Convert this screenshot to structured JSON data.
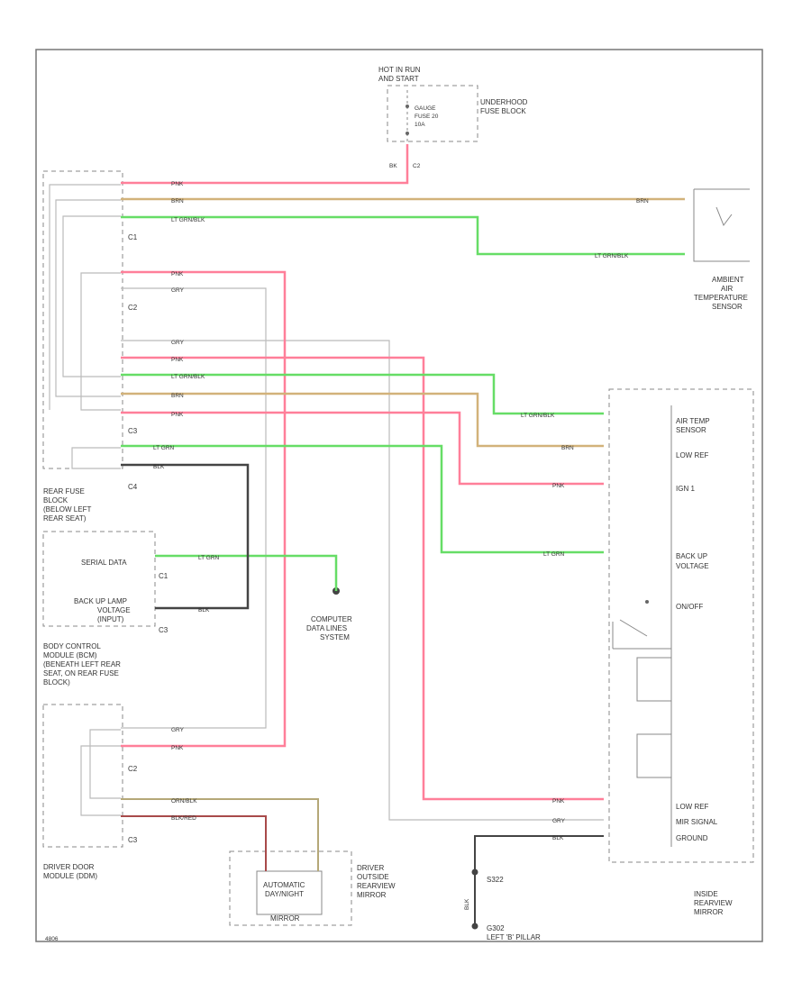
{
  "colors": {
    "pnk": "#ff7f99",
    "brn": "#d2b27a",
    "lt_grn": "#66dd66",
    "gry": "#bbbbbb",
    "blk": "#444444",
    "org_blk": "#b5a878",
    "blk_red": "#a84a4a"
  },
  "labels": {
    "hot_in_run": [
      "HOT IN RUN",
      "AND START"
    ],
    "underhood_fuse_block": [
      "UNDERHOOD",
      "FUSE BLOCK"
    ],
    "fuse": [
      "GAUGE",
      "FUSE 20",
      "10A"
    ],
    "c_bk": "BK",
    "c_c2": "C2",
    "ambient_sensor": [
      "AMBIENT",
      "AIR",
      "TEMPERATURE",
      "SENSOR"
    ],
    "rear_fuse_block": [
      "REAR FUSE",
      "BLOCK",
      "(BELOW LEFT",
      "REAR SEAT)"
    ],
    "serial_data": "SERIAL DATA",
    "back_up_lamp": [
      "BACK UP LAMP",
      "VOLTAGE",
      "(INPUT)"
    ],
    "bcm": [
      "BODY CONTROL",
      "MODULE (BCM)",
      "(BENEATH LEFT REAR",
      "SEAT, ON REAR FUSE",
      "BLOCK)"
    ],
    "computer_data": [
      "COMPUTER",
      "DATA LINES",
      "SYSTEM"
    ],
    "driver_door_module": [
      "DRIVER DOOR",
      "MODULE (DDM)"
    ],
    "auto_mirror": [
      "AUTOMATIC",
      "DAY/NIGHT",
      "MIRROR"
    ],
    "driver_outside_mirror": [
      "DRIVER",
      "OUTSIDE",
      "REARVIEW",
      "MIRROR"
    ],
    "inside_mirror": [
      "INSIDE",
      "REARVIEW",
      "MIRROR"
    ],
    "mirror_pins": [
      "AIR TEMP",
      "SENSOR",
      "LOW REF",
      "IGN 1",
      "BACK UP",
      "VOLTAGE",
      "ON/OFF",
      "LOW REF",
      "MIR SIGNAL",
      "GROUND"
    ],
    "ground_1": "S322",
    "ground_2": [
      "G302",
      "LEFT 'B' PILLAR"
    ],
    "blk_label": "BLK",
    "footer_code": "4806"
  },
  "connectors": {
    "c1": "C1",
    "c2": "C2",
    "c3": "C3",
    "c4": "C4"
  },
  "wire_labels": {
    "pnk": "PNK",
    "brn": "BRN",
    "lt_grn_blk": "LT GRN/BLK",
    "gry": "GRY",
    "lt_grn": "LT GRN",
    "blk": "BLK",
    "org_blk": "ORN/BLK",
    "blk_red": "BLK/RED"
  }
}
